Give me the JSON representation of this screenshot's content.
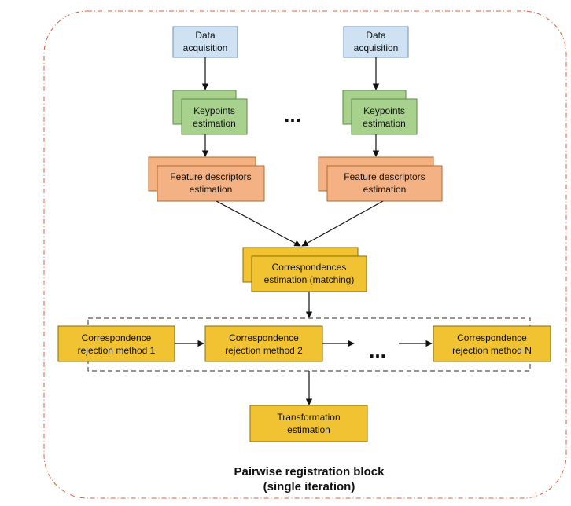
{
  "colors": {
    "acquisition": "#cfe2f3",
    "keypoints": "#a9d18e",
    "descriptors": "#f4b183",
    "correspondence": "#f1c232",
    "outer_border": "#e06040",
    "inner_border": "#555555"
  },
  "left_column": {
    "acquisition": [
      "Data",
      "acquisition"
    ],
    "keypoints": [
      "Keypoints",
      "estimation"
    ],
    "descriptors": [
      "Feature descriptors",
      "estimation"
    ]
  },
  "right_column": {
    "acquisition": [
      "Data",
      "acquisition"
    ],
    "keypoints": [
      "Keypoints",
      "estimation"
    ],
    "descriptors": [
      "Feature descriptors",
      "estimation"
    ]
  },
  "ellipsis": "...",
  "matching": [
    "Correspondences",
    "estimation (matching)"
  ],
  "rejection": [
    [
      "Correspondence",
      "rejection method 1"
    ],
    [
      "Correspondence",
      "rejection method 2"
    ],
    [
      "Correspondence",
      "rejection method N"
    ]
  ],
  "transformation": [
    "Transformation",
    "estimation"
  ],
  "caption": [
    "Pairwise registration block",
    "(single iteration)"
  ]
}
